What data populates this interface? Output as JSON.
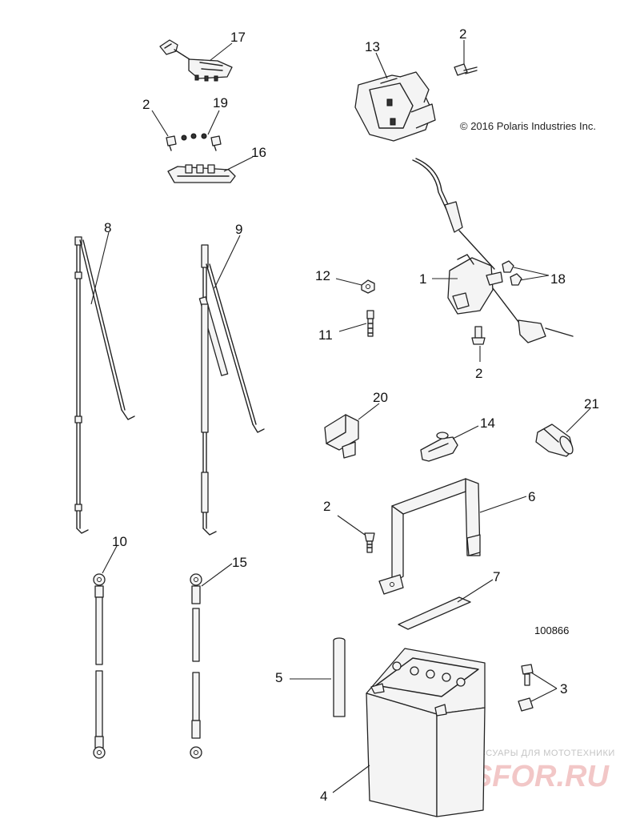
{
  "copyright": "© 2016 Polaris Industries Inc.",
  "diagram_number": "100866",
  "watermark": {
    "line1": "ЗАПЧАСТИ И АКСЕССУАРЫ ДЛЯ МОТОТЕХНИКИ",
    "logo": "PARTSFOR.RU"
  },
  "callouts": {
    "c17": "17",
    "c13": "13",
    "c2_top": "2",
    "c2_left": "2",
    "c19": "19",
    "c16": "16",
    "c8": "8",
    "c9": "9",
    "c12": "12",
    "c1": "1",
    "c18": "18",
    "c11": "11",
    "c2_mid": "2",
    "c20": "20",
    "c14": "14",
    "c21": "21",
    "c6": "6",
    "c2_low": "2",
    "c10": "10",
    "c15": "15",
    "c7": "7",
    "c5": "5",
    "c3": "3",
    "c4": "4"
  }
}
